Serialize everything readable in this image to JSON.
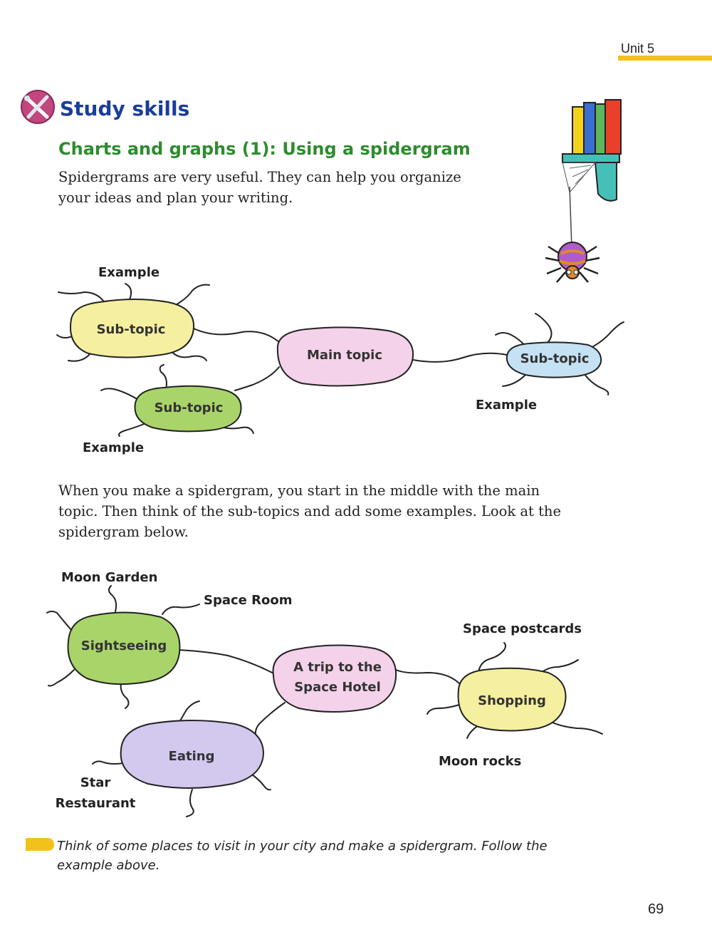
{
  "header": {
    "unit": "Unit 5"
  },
  "section": {
    "title": "Study skills"
  },
  "subtitle": "Charts and graphs (1): Using a spidergram",
  "intro": {
    "line1": "Spidergrams are very useful. They can help you organize",
    "line2": "your ideas and plan your writing."
  },
  "diagram1": {
    "main": "Main topic",
    "sub_yellow": "Sub-topic",
    "sub_green": "Sub-topic",
    "sub_blue": "Sub-topic",
    "example_top": "Example",
    "example_bottom": "Example",
    "example_right": "Example"
  },
  "explanation": {
    "line1": "When you make a spidergram, you start in the middle with the main",
    "line2": "topic. Then think of the sub-topics and add some examples. Look at the",
    "line3": "spidergram below."
  },
  "diagram2": {
    "main_line1": "A trip to the",
    "main_line2": "Space Hotel",
    "sightseeing": "Sightseeing",
    "eating": "Eating",
    "shopping": "Shopping",
    "moon_garden": "Moon Garden",
    "space_room": "Space Room",
    "space_postcards": "Space postcards",
    "moon_rocks": "Moon rocks",
    "star_line1": "Star",
    "star_line2": "Restaurant"
  },
  "task": {
    "line1": "Think of some places to visit in your city and make a spidergram. Follow the",
    "line2": "example above."
  },
  "page_number": "69",
  "colors": {
    "title_blue": "#1a3d9a",
    "subtitle_green": "#2e8b2e",
    "yellow_node": "#f5efa0",
    "pink_node": "#f4d2ea",
    "green_node": "#a9d46a",
    "blue_node": "#c5e1f4",
    "lavender_node": "#d3c8ee",
    "accent_yellow": "#f2c21b"
  }
}
